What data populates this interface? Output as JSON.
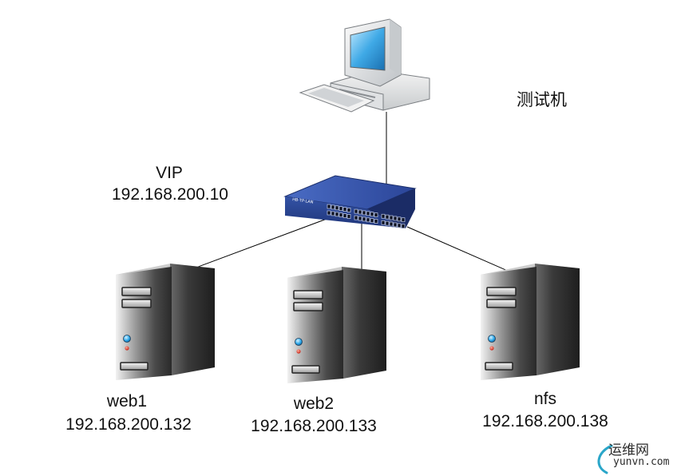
{
  "tester": {
    "label": "测试机",
    "icon": "desktop-computer-icon"
  },
  "switch": {
    "title": "VIP",
    "ip": "192.168.200.10",
    "icon": "network-switch-icon",
    "brand": "HB·TP·LAN"
  },
  "servers": [
    {
      "name": "web1",
      "ip": "192.168.200.132",
      "icon": "server-tower-icon"
    },
    {
      "name": "web2",
      "ip": "192.168.200.133",
      "icon": "server-tower-icon"
    },
    {
      "name": "nfs",
      "ip": "192.168.200.138",
      "icon": "server-tower-icon"
    }
  ],
  "watermark": {
    "title": "运维网",
    "url": "yunvn.com"
  },
  "colors": {
    "link": "#000000",
    "switch_body": "#2f4fa8",
    "server_body": "#3a3a3a",
    "watermark_arc": "#2aa6c9"
  }
}
